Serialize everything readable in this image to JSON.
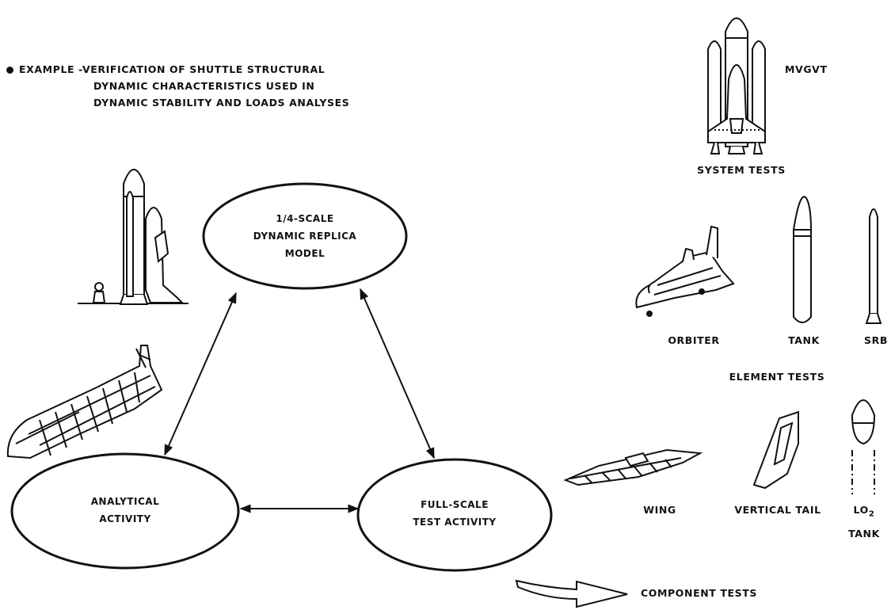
{
  "example": {
    "bullet": "●",
    "lines": [
      "EXAMPLE -VERIFICATION OF SHUTTLE STRUCTURAL",
      "DYNAMIC CHARACTERISTICS USED IN",
      "DYNAMIC STABILITY AND LOADS ANALYSES"
    ]
  },
  "nodes": {
    "replica": [
      "1/4-SCALE",
      "DYNAMIC REPLICA",
      "MODEL"
    ],
    "analytical": [
      "ANALYTICAL",
      "ACTIVITY"
    ],
    "fullscale": [
      "FULL-SCALE",
      "TEST ACTIVITY"
    ]
  },
  "labels": {
    "mvgvt": "MVGVT",
    "system_tests": "SYSTEM TESTS",
    "orbiter": "ORBITER",
    "tank": "TANK",
    "srb": "SRB",
    "element_tests": "ELEMENT TESTS",
    "wing": "WING",
    "vertical_tail": "VERTICAL TAIL",
    "lo2_main": "LO",
    "lo2_sub": "2",
    "lo2_tank": "TANK",
    "component_tests": "COMPONENT TESTS"
  }
}
